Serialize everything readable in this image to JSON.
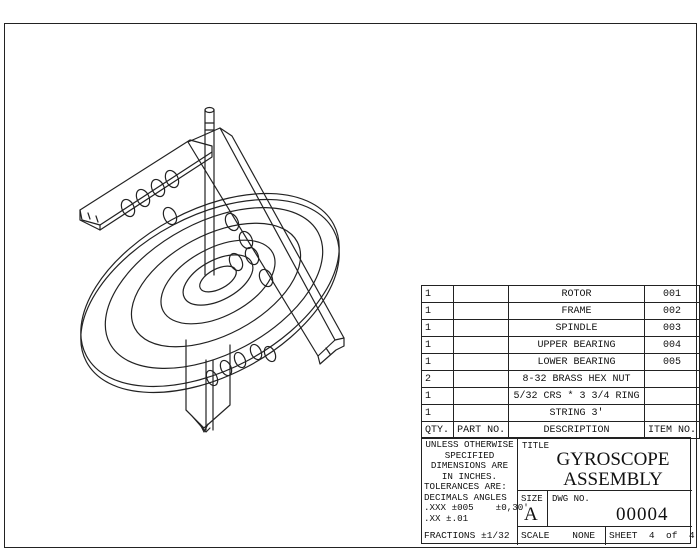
{
  "bom": {
    "rows": [
      {
        "qty": "1",
        "part": "",
        "desc": "ROTOR",
        "item": "001"
      },
      {
        "qty": "1",
        "part": "",
        "desc": "FRAME",
        "item": "002"
      },
      {
        "qty": "1",
        "part": "",
        "desc": "SPINDLE",
        "item": "003"
      },
      {
        "qty": "1",
        "part": "",
        "desc": "UPPER BEARING",
        "item": "004"
      },
      {
        "qty": "1",
        "part": "",
        "desc": "LOWER BEARING",
        "item": "005"
      },
      {
        "qty": "2",
        "part": "",
        "desc": "8-32 BRASS HEX NUT",
        "item": ""
      },
      {
        "qty": "1",
        "part": "",
        "desc": "5/32 CRS * 3 3/4 RING",
        "item": ""
      },
      {
        "qty": "1",
        "part": "",
        "desc": "STRING  3'",
        "item": ""
      }
    ],
    "header": {
      "qty": "QTY.",
      "part": "PART NO.",
      "desc": "DESCRIPTION",
      "item": "ITEM NO."
    }
  },
  "titleblock": {
    "tolerance_lines": [
      "UNLESS OTHERWISE",
      "SPECIFIED",
      "DIMENSIONS ARE",
      "IN INCHES.",
      "TOLERANCES ARE:",
      "DECIMALS ANGLES",
      ".XXX ±005    ±0,30'",
      ".XX ±.01"
    ],
    "fractions": "FRACTIONS ±1/32",
    "title_label": "TITLE",
    "title_line1": "GYROSCOPE",
    "title_line2": "ASSEMBLY",
    "size_label": "SIZE",
    "size_value": "A",
    "dwg_label": "DWG NO.",
    "dwg_value": "00004",
    "scale": "SCALE    NONE",
    "sheet": "SHEET  4  of  4"
  }
}
